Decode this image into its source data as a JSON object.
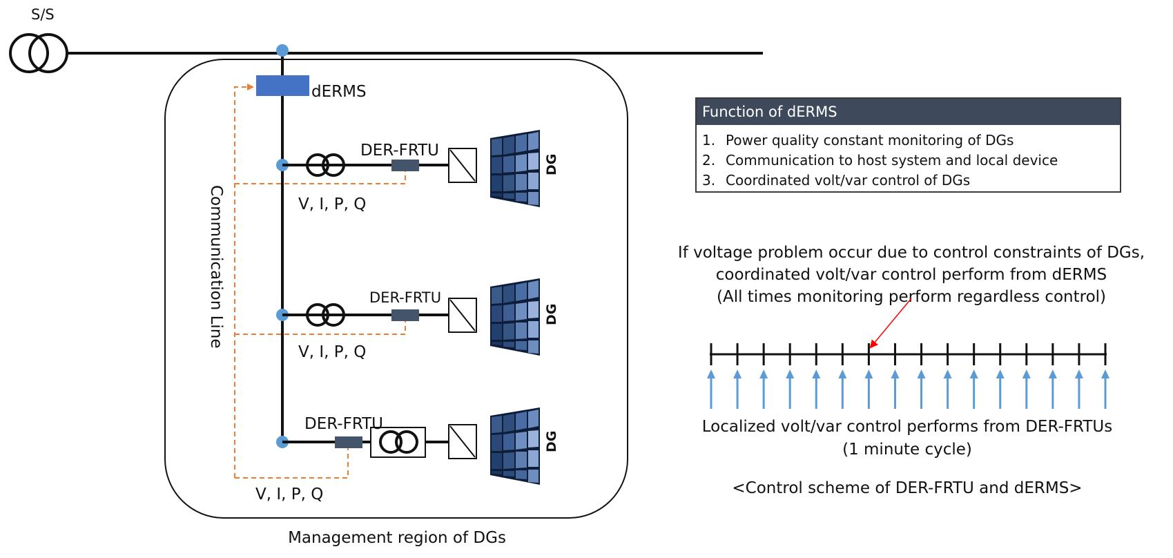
{
  "substation": {
    "label": "S/S"
  },
  "derms": {
    "label": "dERMS"
  },
  "communication_line": {
    "label": "Communication Line"
  },
  "region": {
    "label": "Management region of DGs"
  },
  "feeders": [
    {
      "frtu_label": "DER-FRTU",
      "measurements": "V, I, P, Q",
      "dg_label": "DG"
    },
    {
      "frtu_label": "DER-FRTU",
      "measurements": "V, I, P, Q",
      "dg_label": "DG"
    },
    {
      "frtu_label": "DER-FRTU",
      "measurements": "V, I, P, Q",
      "dg_label": "DG"
    }
  ],
  "function_box": {
    "title": "Function of dERMS",
    "items": [
      {
        "num": "1.",
        "text": "Power quality constant monitoring of DGs"
      },
      {
        "num": "2.",
        "text": "Communication to host system and local device"
      },
      {
        "num": "3.",
        "text": "Coordinated volt/var control of DGs"
      }
    ]
  },
  "coordination_note": {
    "lines": [
      "If voltage problem occur due to control constraints of DGs,",
      "coordinated volt/var control perform from dERMS",
      "(All times monitoring perform regardless control)"
    ]
  },
  "timeline": {
    "tick_count": 16,
    "arrow_count": 16
  },
  "localized_note": {
    "lines": [
      "Localized volt/var control performs from DER-FRTUs",
      "(1 minute cycle)"
    ]
  },
  "caption": "<Control scheme of DER-FRTU and dERMS>",
  "colors": {
    "line": "#111111",
    "node": "#5b9bd5",
    "derms_block": "#4472c4",
    "frtu_block": "#44546a",
    "comm_line": "#ed7d31",
    "cycle_arrow": "#5b9bd5",
    "pointer_arrow": "#ff0000",
    "function_header": "#3e4a5c"
  },
  "icons": [
    "transformer-icon",
    "inverter-icon",
    "solar-panel-icon",
    "node-dot-icon"
  ]
}
